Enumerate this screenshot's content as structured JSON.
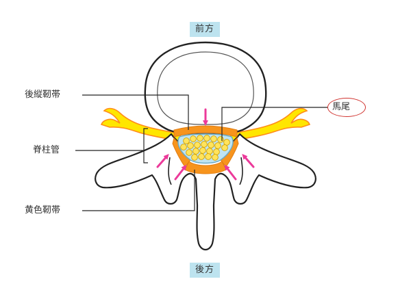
{
  "directions": {
    "front": "前方",
    "back": "後方"
  },
  "labels": {
    "posterior_longitudinal_ligament": "後縦靭帯",
    "spinal_canal": "脊柱管",
    "ligamentum_flavum": "黄色靭帯",
    "cauda_equina": "馬尾"
  },
  "colors": {
    "bone_outline": "#222222",
    "bone_fill": "#ffffff",
    "nerve_fill": "#ffe600",
    "nerve_outline": "#ff8c1a",
    "ligament_fill": "#f7941d",
    "canal_fill": "#bfe4f2",
    "cauda_nerve_fill": "#ffe45c",
    "arrow": "#ec3a9a",
    "badge_bg": "#bde3ef",
    "highlight_oval": "#d0312d"
  },
  "icons": {
    "compression_arrow": "arrow-icon"
  }
}
